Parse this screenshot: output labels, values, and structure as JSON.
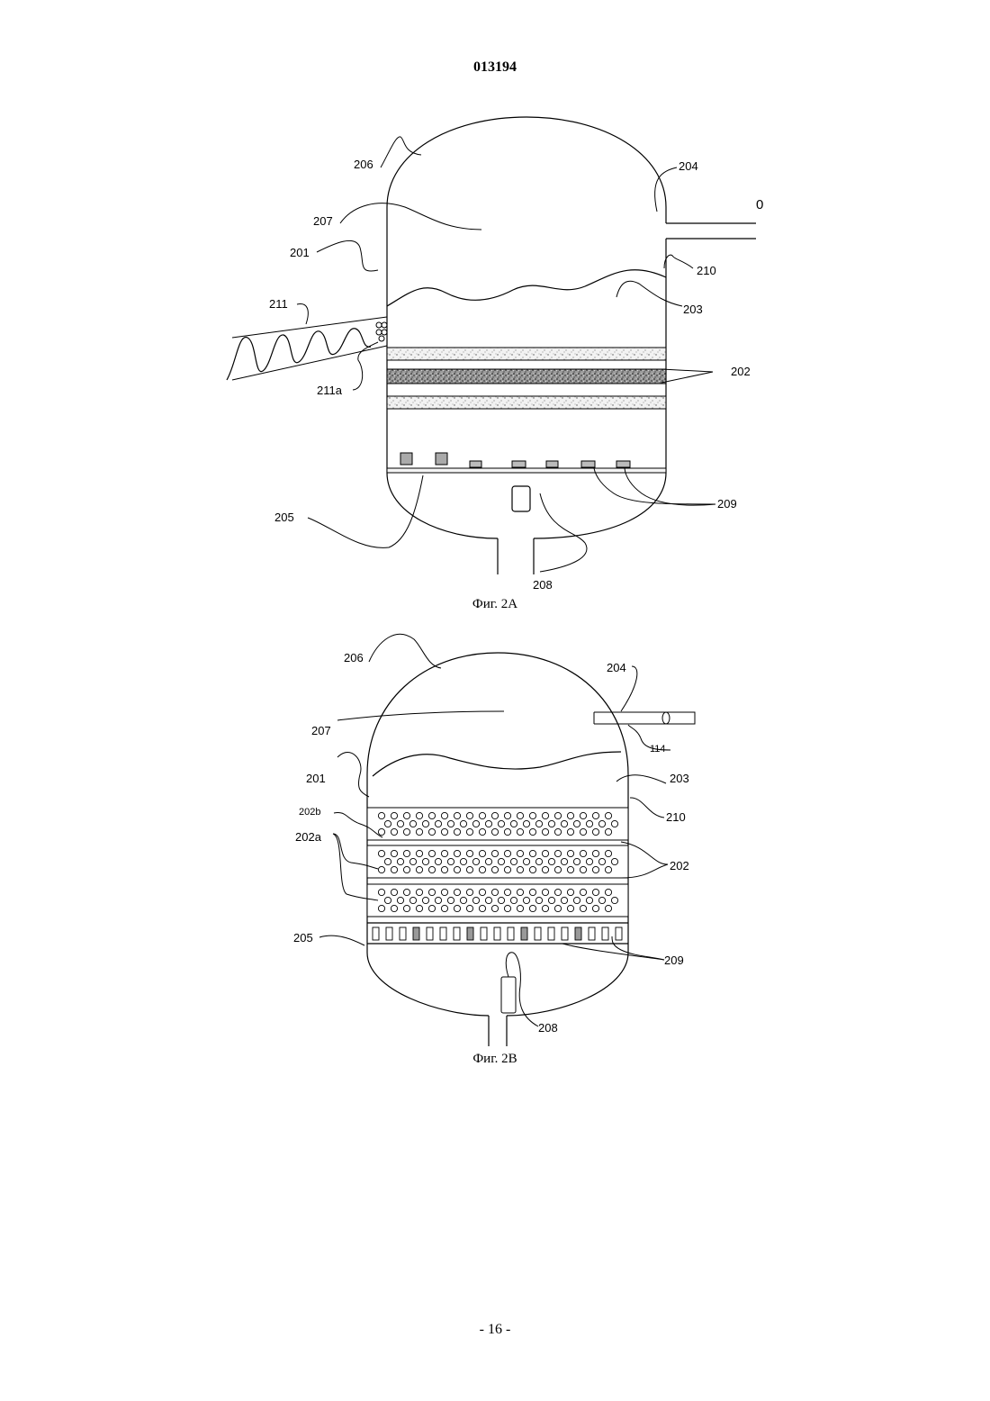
{
  "page": {
    "header": "013194",
    "footer": "- 16 -"
  },
  "figure_2a": {
    "caption": "Фиг. 2А",
    "labels": {
      "l206": "206",
      "l204": "204",
      "l0": "0",
      "l207": "207",
      "l201": "201",
      "l210": "210",
      "l211": "211",
      "l203": "203",
      "l202": "202",
      "l211a": "211a",
      "l205": "205",
      "l209": "209",
      "l208": "208"
    }
  },
  "figure_2b": {
    "caption": "Фиг. 2В",
    "labels": {
      "l206": "206",
      "l204": "204",
      "l207": "207",
      "l114": "114",
      "l201": "201",
      "l203": "203",
      "l202b": "202b",
      "l210": "210",
      "l202a": "202a",
      "l202": "202",
      "l205": "205",
      "l209": "209",
      "l208": "208"
    }
  }
}
